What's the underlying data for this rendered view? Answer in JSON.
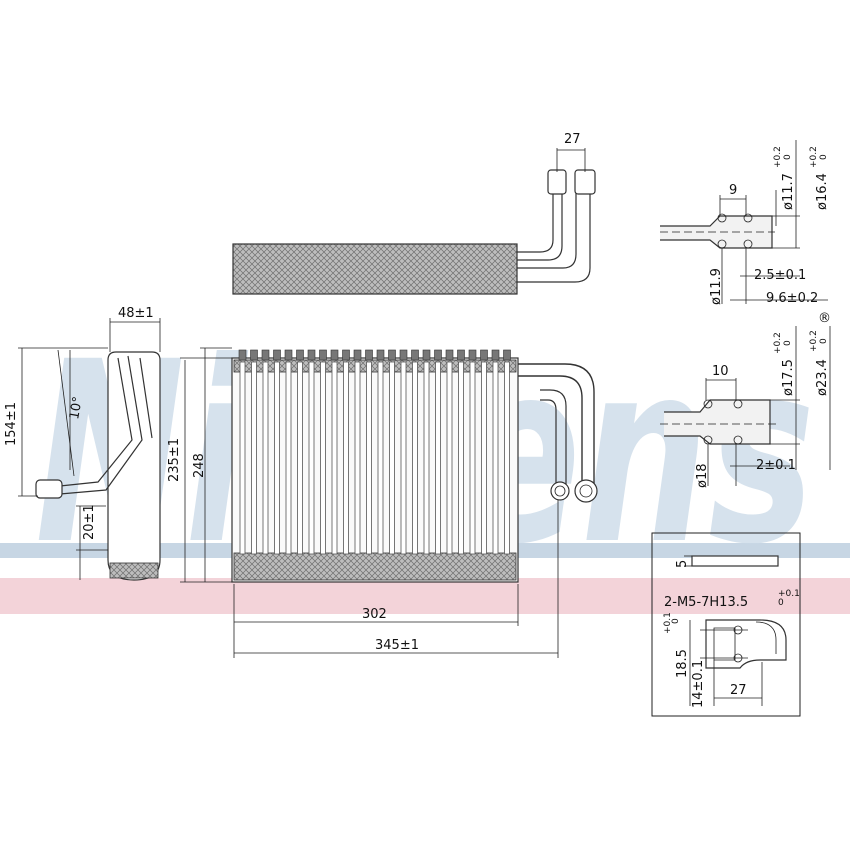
{
  "watermark": {
    "brand": "Nissens",
    "registered": "®",
    "color": "#c9d9e7"
  },
  "bands": {
    "blue": "#c7d6e4",
    "pink": "#f3d3d9"
  },
  "top_view": {
    "pipe_spacing": "27"
  },
  "side_view": {
    "width": "48±1",
    "height_total": "154±1",
    "height_bottom": "20±1",
    "angle": "10°"
  },
  "front_view": {
    "height_inner": "235±1",
    "height_outer": "248",
    "width_core": "302",
    "width_total": "345±1"
  },
  "detail_small_pipe": {
    "length": "9",
    "outer_dia": "ø16.4",
    "outer_tol_top": "+0.2",
    "outer_tol_bot": "0",
    "mid_dia": "ø11.7",
    "mid_tol_top": "+0.2",
    "mid_tol_bot": "0",
    "inner_dia": "ø11.9",
    "len_a": "2.5±0.1",
    "len_b": "9.6±0.2"
  },
  "detail_large_pipe": {
    "length": "10",
    "outer_dia": "ø23.4",
    "outer_tol_top": "+0.2",
    "outer_tol_bot": "0",
    "mid_dia": "ø17.5",
    "mid_tol_top": "+0.2",
    "mid_tol_bot": "0",
    "inner_dia": "ø18",
    "len_a": "2±0.1"
  },
  "flange_detail": {
    "thickness": "5",
    "thread": "2-M5-7H13.5",
    "thread_tol_top": "+0.1",
    "thread_tol_bot": "0",
    "hole_spacing": "18.5",
    "hole_tol_top": "+0.1",
    "hole_tol_bot": "0",
    "offset": "14±0.1",
    "width": "27"
  }
}
